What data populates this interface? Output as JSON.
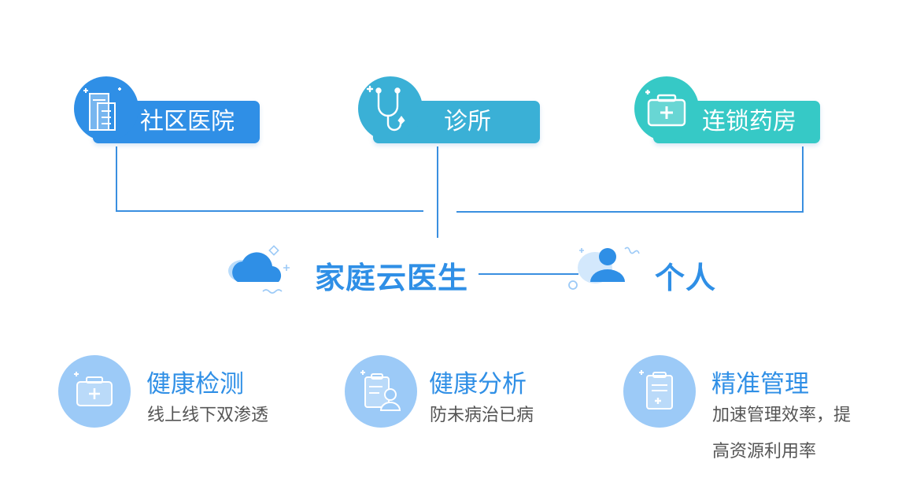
{
  "nodes": {
    "community_hospital": "社区医院",
    "clinic": "诊所",
    "pharmacy_chain": "连锁药房",
    "family_cloud_doctor": "家庭云医生",
    "individual": "个人"
  },
  "features": [
    {
      "title": "健康检测",
      "desc": "线上线下双渗透"
    },
    {
      "title": "健康分析",
      "desc": "防未病治已病"
    },
    {
      "title": "精准管理",
      "desc_line1": "加速管理效率，提",
      "desc_line2": "高资源利用率"
    }
  ],
  "colors": {
    "hospital": "#2f8fe6",
    "clinic": "#3ab0d6",
    "pharmacy": "#36c9c6",
    "line": "#3a8fe0",
    "accent": "#2f8fe6",
    "feature_circle": "#9ccaf7"
  },
  "icons": {
    "hospital": "hospital-building-icon",
    "clinic": "stethoscope-icon",
    "pharmacy": "medical-kit-icon",
    "cloud": "cloud-icon",
    "person": "person-icon",
    "feature_1": "medical-kit-icon",
    "feature_2": "clipboard-patient-icon",
    "feature_3": "medical-report-icon"
  }
}
